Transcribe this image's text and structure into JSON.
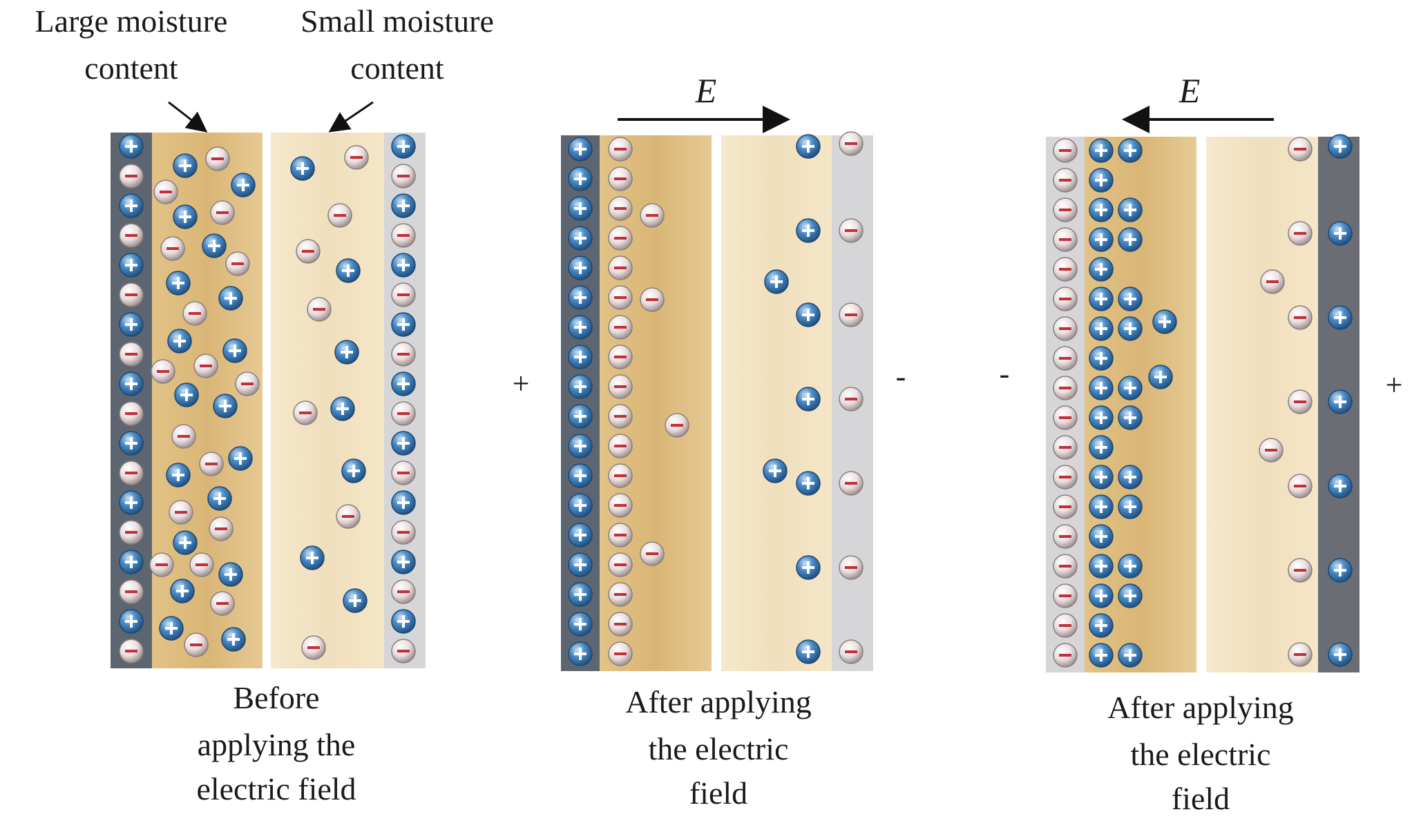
{
  "labels": {
    "large_moisture": [
      "Large moisture",
      "content"
    ],
    "small_moisture": [
      "Small moisture",
      "content"
    ],
    "field_symbol": "E",
    "panel1_caption": [
      "Before",
      "applying the",
      "electric field"
    ],
    "panel2_caption": [
      "After applying",
      "the electric",
      "field"
    ],
    "panel3_caption": [
      "After applying",
      "the electric",
      "field"
    ],
    "panel2_left_sign": "+",
    "panel2_right_sign": "-",
    "panel3_left_sign": "-",
    "panel3_right_sign": "+"
  },
  "colors": {
    "positive_ion": "#3a7bb5",
    "negative_ion": "#e8dede",
    "negative_mark": "#c0303a",
    "dark_electrode": "#5d6670",
    "light_electrode": "#d6d6d8",
    "wet_wood": "#e4c48c",
    "dry_wood": "#f4e4c4"
  },
  "icons": {
    "positive": "positive-ion-icon",
    "negative": "negative-ion-icon",
    "arrow": "field-arrow-icon"
  }
}
